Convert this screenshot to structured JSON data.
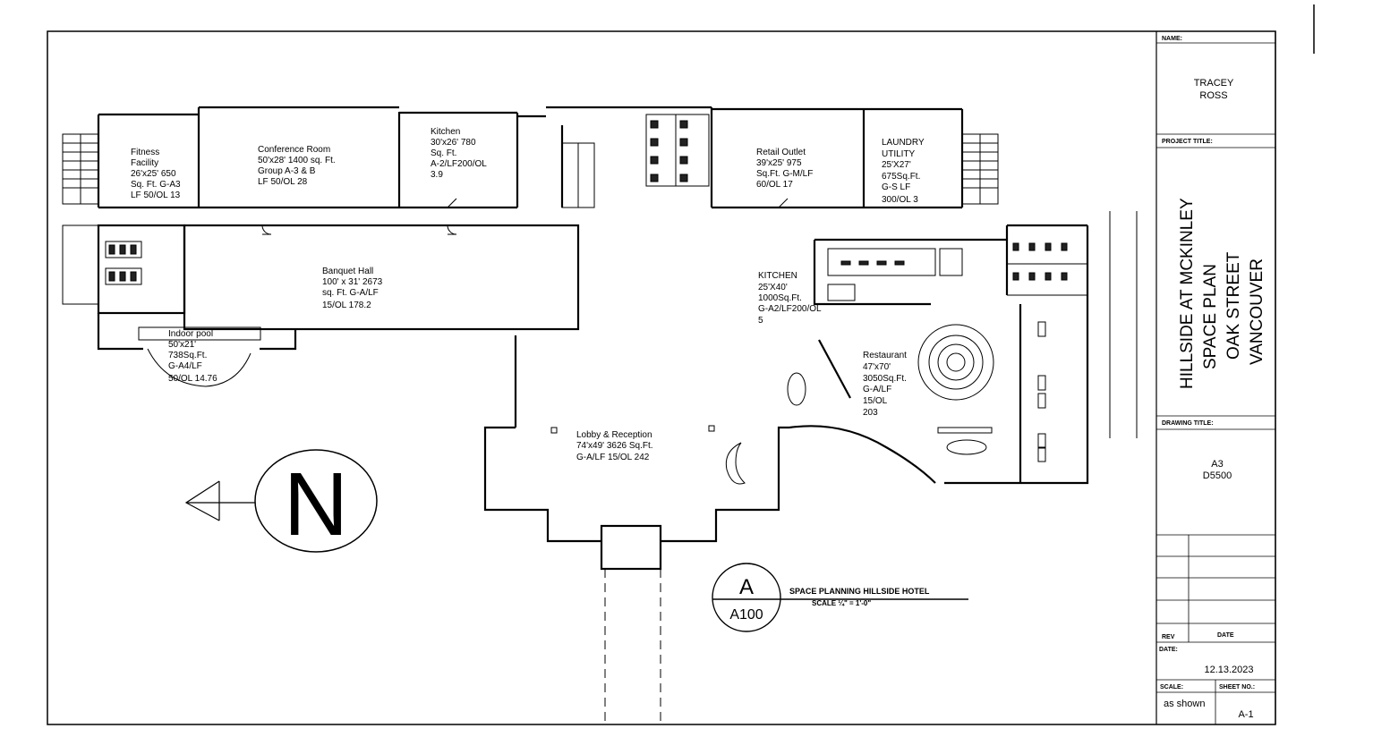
{
  "title_block": {
    "name_label": "NAME:",
    "name_line1": "TRACEY",
    "name_line2": "ROSS",
    "project_title_label": "PROJECT TITLE:",
    "project_lines": [
      "HILLSIDE AT MCKINLEY",
      "SPACE PLAN",
      "OAK STREET",
      "VANCOUVER"
    ],
    "drawing_title_label": "DRAWING TITLE:",
    "drawing_line1": "A3",
    "drawing_line2": "D5500",
    "rev_label": "REV",
    "date_col_label": "DATE",
    "date_label": "DATE:",
    "date_value": "12.13.2023",
    "scale_label": "SCALE:",
    "scale_value": "as shown",
    "sheet_label": "SHEET NO.:",
    "sheet_value": "A-1"
  },
  "rooms": {
    "fitness": [
      "Fitness",
      "Facility",
      "26'x25' 650",
      "Sq. Ft. G-A3",
      "LF 50/OL 13"
    ],
    "conference": [
      "Conference Room",
      "50'x28' 1400 sq. Ft.",
      "Group A-3 & B",
      "LF 50/OL 28"
    ],
    "kitchen_top": [
      "Kitchen",
      "30'x26' 780",
      "Sq. Ft.",
      "A-2/LF200/OL",
      "3.9"
    ],
    "retail": [
      "Retail Outlet",
      "39'x25' 975",
      "Sq.Ft. G-M/LF",
      "60/OL 17"
    ],
    "laundry": [
      "LAUNDRY",
      "UTILITY",
      "25'X27'",
      "675Sq.Ft.",
      "G-S LF",
      "300/OL 3"
    ],
    "banquet": [
      "Banquet Hall",
      "100' x 31' 2673",
      "sq. Ft. G-A/LF",
      "15/OL 178.2"
    ],
    "pool": [
      "Indoor pool",
      "50'x21'",
      "738Sq.Ft.",
      "G-A4/LF",
      "50/OL 14.76"
    ],
    "kitchen_right": [
      "KITCHEN",
      "25'X40'",
      "1000Sq.Ft.",
      "G-A2/LF200/OL",
      "5"
    ],
    "restaurant": [
      "Restaurant",
      "47'x70'",
      "3050Sq.Ft.",
      "G-A/LF",
      "15/OL",
      "203"
    ],
    "lobby": [
      "Lobby & Reception",
      "74'x49' 3626 Sq.Ft.",
      "G-A/LF 15/OL 242"
    ]
  },
  "north_arrow": {
    "letter": "N"
  },
  "section_tag": {
    "letter": "A",
    "sheet": "A100",
    "title": "SPACE PLANNING HILLSIDE HOTEL",
    "scale": "SCALE ¼\" = 1'-0\""
  }
}
